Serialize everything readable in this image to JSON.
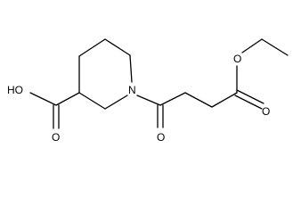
{
  "molecule": {
    "atoms": {
      "ring_nitrogen": "N",
      "acid_oxygen_hydroxyl": "HO",
      "acid_oxygen_carbonyl": "O",
      "amide_oxygen": "O",
      "ester_oxygen_alkoxy": "O",
      "ester_oxygen_carbonyl": "O"
    }
  }
}
